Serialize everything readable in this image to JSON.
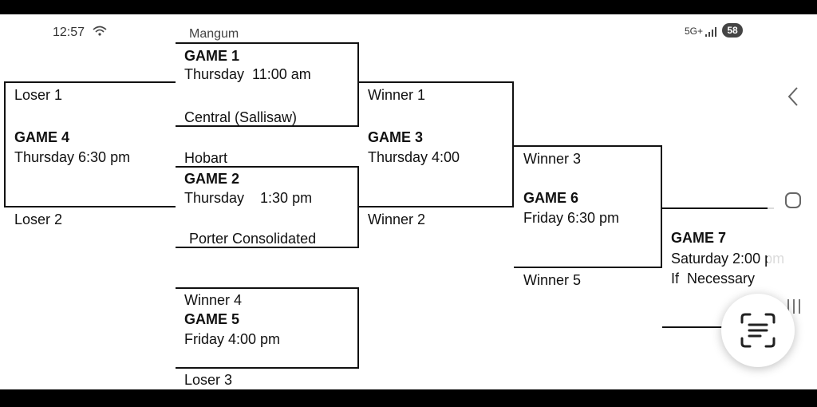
{
  "status_bar": {
    "time": "12:57",
    "network": "5G+",
    "battery": "58"
  },
  "bracket": {
    "game1": {
      "top_team": "Mangum",
      "title": "GAME 1",
      "schedule": "Thursday  11:00 am",
      "bottom_team": "Central (Sallisaw)"
    },
    "game2": {
      "top_team": "Hobart",
      "title": "GAME 2",
      "schedule": "Thursday    1:30 pm",
      "bottom_team": "Porter Consolidated"
    },
    "game3": {
      "top_slot": "Winner 1",
      "title": "GAME 3",
      "schedule": "Thursday 4:00",
      "bottom_slot": "Winner 2"
    },
    "game4": {
      "top_slot": "Loser 1",
      "title": "GAME 4",
      "schedule": "Thursday 6:30 pm",
      "bottom_slot": "Loser 2"
    },
    "game5": {
      "top_slot": "Winner 4",
      "title": "GAME 5",
      "schedule": "Friday 4:00 pm",
      "bottom_slot": "Loser 3"
    },
    "game6": {
      "top_slot": "Winner 3",
      "title": "GAME 6",
      "schedule": "Friday 6:30 pm",
      "bottom_slot": "Winner 5"
    },
    "game7": {
      "title": "GAME 7",
      "schedule": "Saturday 2:00 pm",
      "note": "If  Necessary"
    }
  }
}
